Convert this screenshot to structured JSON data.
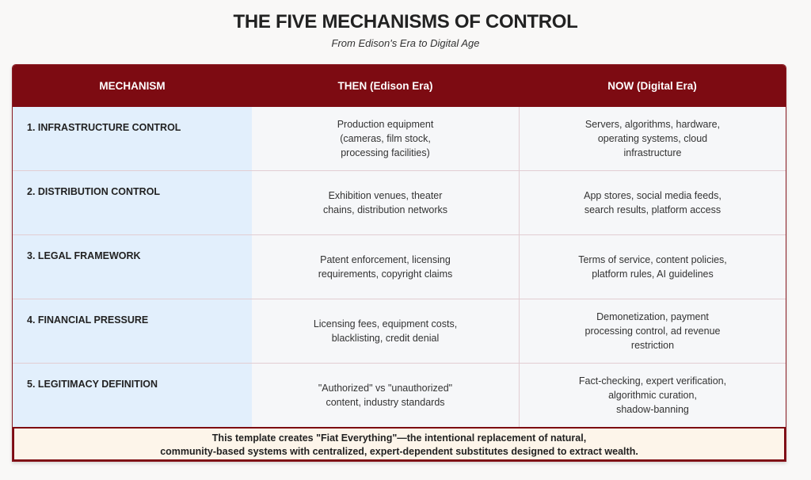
{
  "title": "THE FIVE MECHANISMS OF CONTROL",
  "subtitle": "From Edison's Era to Digital Age",
  "headers": [
    "MECHANISM",
    "THEN (Edison Era)",
    "NOW (Digital Era)"
  ],
  "rows": [
    {
      "mechanism": "1. INFRASTRUCTURE CONTROL",
      "then": [
        "Production equipment",
        "(cameras, film stock,",
        "processing facilities)"
      ],
      "now": [
        "Servers, algorithms, hardware,",
        "operating systems, cloud",
        "infrastructure"
      ]
    },
    {
      "mechanism": "2. DISTRIBUTION CONTROL",
      "then": [
        "Exhibition venues, theater",
        "chains, distribution networks"
      ],
      "now": [
        "App stores, social media feeds,",
        "search results, platform access"
      ]
    },
    {
      "mechanism": "3. LEGAL FRAMEWORK",
      "then": [
        "Patent enforcement, licensing",
        "requirements, copyright claims"
      ],
      "now": [
        "Terms of service, content policies,",
        "platform rules, AI guidelines"
      ]
    },
    {
      "mechanism": "4. FINANCIAL PRESSURE",
      "then": [
        "Licensing fees, equipment costs,",
        "blacklisting, credit denial"
      ],
      "now": [
        "Demonetization, payment",
        "processing control, ad revenue",
        "restriction"
      ]
    },
    {
      "mechanism": "5. LEGITIMACY DEFINITION",
      "then": [
        "\"Authorized\" vs \"unauthorized\"",
        "content, industry standards"
      ],
      "now": [
        "Fact-checking, expert verification,",
        "algorithmic curation,",
        "shadow-banning"
      ]
    }
  ],
  "footer": [
    "This template creates \"Fiat Everything\"—the intentional replacement of natural,",
    "community-based systems with centralized, expert-dependent substitutes designed to extract wealth."
  ]
}
